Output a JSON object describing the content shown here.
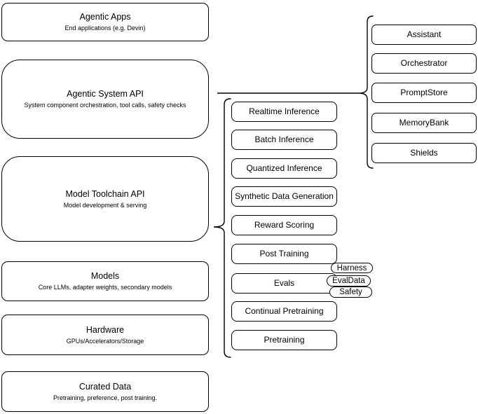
{
  "stack": {
    "boxes": [
      {
        "title": "Agentic Apps",
        "subtitle": "End applications (e.g. Devin)"
      },
      {
        "title": "Agentic System API",
        "subtitle": "System component orchestration, tool calls, safety checks"
      },
      {
        "title": "Model Toolchain API",
        "subtitle": "Model development & serving"
      },
      {
        "title": "Models",
        "subtitle": "Core LLMs, adapter weights, secondary models"
      },
      {
        "title": "Hardware",
        "subtitle": "GPUs/Accelerators/Storage"
      },
      {
        "title": "Curated Data",
        "subtitle": "Pretraining, preference, post training."
      }
    ]
  },
  "toolchain": {
    "nodes": [
      "Realtime Inference",
      "Batch Inference",
      "Quantized Inference",
      "Synthetic Data Generation",
      "Reward Scoring",
      "Post Training",
      "Evals",
      "Continual Pretraining",
      "Pretraining"
    ],
    "eval_tags": [
      "Harness",
      "EvalData",
      "Safety"
    ]
  },
  "system": {
    "components": [
      "Assistant",
      "Orchestrator",
      "PromptStore",
      "MemoryBank",
      "Shields"
    ]
  },
  "colors": {
    "stroke": "#000000",
    "background": "#ffffff",
    "text": "#000000"
  }
}
